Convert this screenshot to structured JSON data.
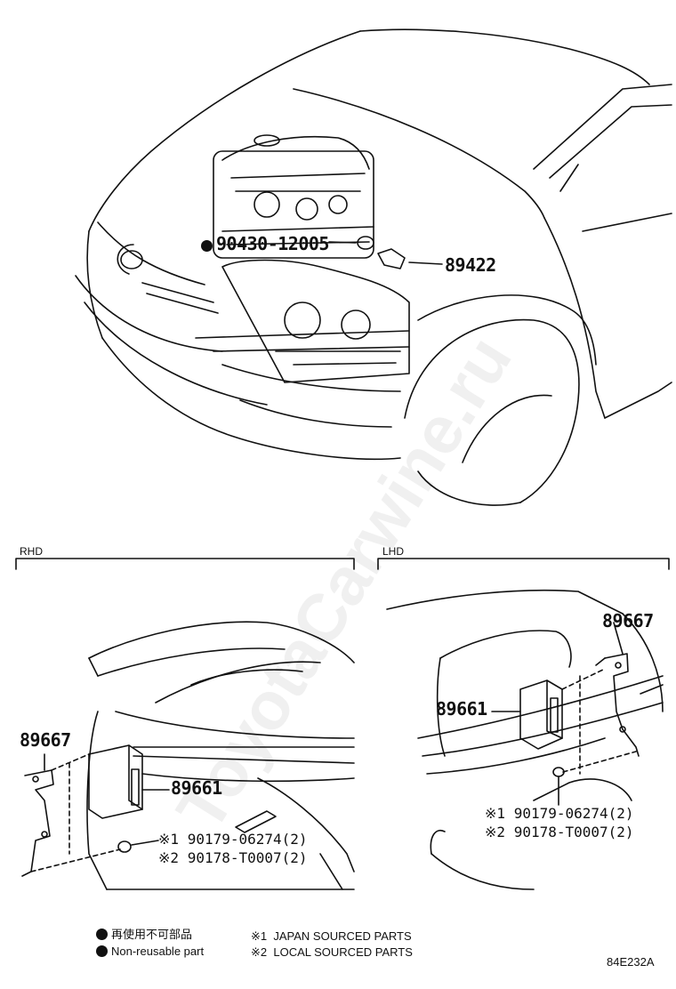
{
  "diagram_id": "84E232A",
  "watermark": "ToyotaCarwine.ru",
  "top_view": {
    "part_bolt": "90430-12005",
    "part_sensor": "89422"
  },
  "rhd": {
    "heading": "RHD",
    "bracket": "89667",
    "ecu": "89661",
    "note1_mark": "※1",
    "note1_part": "90179-06274(2)",
    "note2_mark": "※2",
    "note2_part": "90178-T0007(2)"
  },
  "lhd": {
    "heading": "LHD",
    "bracket": "89667",
    "ecu": "89661",
    "note1_mark": "※1",
    "note1_part": "90179-06274(2)",
    "note2_mark": "※2",
    "note2_part": "90178-T0007(2)"
  },
  "legend": {
    "nonreusable_jp": "再使用不可部品",
    "nonreusable_en": "Non-reusable part",
    "mark1": "※1",
    "mark1_text": "JAPAN SOURCED PARTS",
    "mark2": "※2",
    "mark2_text": "LOCAL SOURCED PARTS"
  }
}
